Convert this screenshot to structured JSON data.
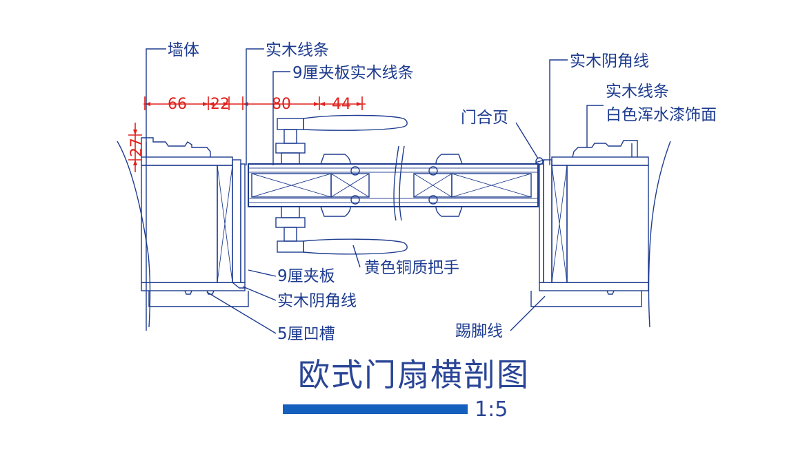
{
  "colors": {
    "line": "#1d3b8f",
    "dimension": "#e0201b",
    "scale_bar": "#1560bd"
  },
  "labels": {
    "wall": "墙体",
    "solid_wood_trim_top": "实木线条",
    "plywood_9_trim": "9厘夹板实木线条",
    "solid_wood_cove_right": "实木阴角线",
    "solid_wood_trim_right": "实木线条",
    "white_paint_finish": "白色浑水漆饰面",
    "door_hinge": "门合页",
    "plywood_9": "9厘夹板",
    "brass_handle": "黄色铜质把手",
    "solid_wood_cove_left": "实木阴角线",
    "groove_5": "5厘凹槽",
    "skirting": "踢脚线"
  },
  "dimensions": {
    "d66": "66",
    "d22": "22",
    "d80": "80",
    "d44": "44",
    "d27": "27"
  },
  "title": "欧式门扇横剖图",
  "scale": "1:5"
}
